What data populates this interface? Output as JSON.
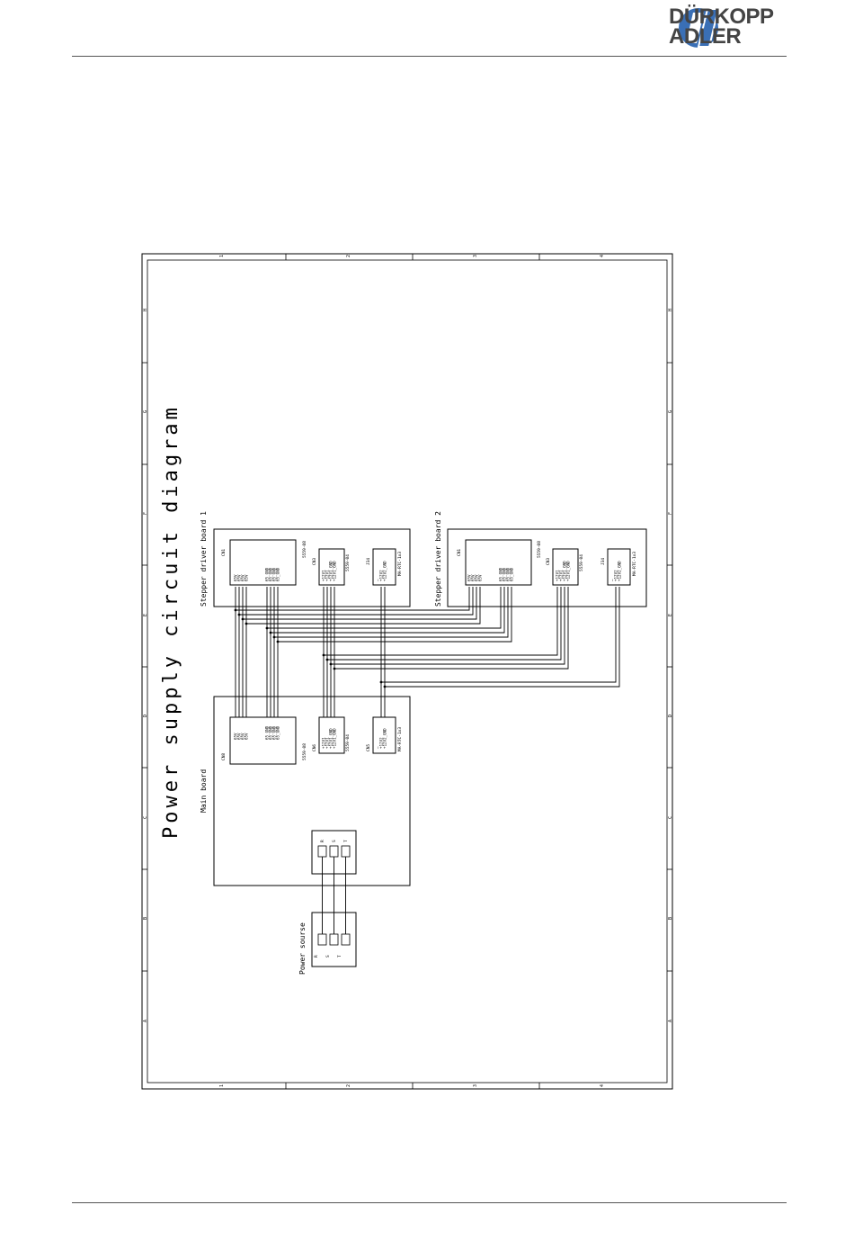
{
  "brand": {
    "name_line1": "DÜRKOPP",
    "name_line2": "ADLER",
    "color": "#444444",
    "logo_icon": "duerkopp-adler-logo-icon"
  },
  "diagram": {
    "title": "Power supply circuit diagram",
    "frame_numbers": [
      "1",
      "2",
      "3",
      "4"
    ],
    "frame_letters": [
      "A",
      "B",
      "C",
      "D",
      "E",
      "F",
      "G",
      "H"
    ],
    "main_board": {
      "label": "Main board",
      "cn8": {
        "ref": "CN8",
        "part": "5559-08",
        "pins": [
          "65V",
          "65V",
          "65V",
          "65V",
          "65_GND",
          "65_GND",
          "65_GND",
          "65_GND"
        ]
      },
      "cn6": {
        "ref": "CN6",
        "part": "5559-04",
        "pins": [
          "+12V1",
          "+12V1",
          "+12V1_GND",
          "+12V1_GND"
        ]
      },
      "cn5": {
        "ref": "CN5",
        "part": "MA-RTC-1x3",
        "pins": [
          "—",
          "+12V2",
          "+12V2_GND"
        ]
      },
      "input": {
        "pins": [
          "R",
          "S",
          "T"
        ]
      }
    },
    "driver_board_1": {
      "label": "Stepper driver board 1",
      "cn1": {
        "ref": "CN1",
        "part": "5559-08",
        "pins": [
          "65V",
          "65V",
          "65V",
          "65V",
          "65_GND",
          "65_GND",
          "65_GND",
          "65_GND"
        ]
      },
      "cn3": {
        "ref": "CN3",
        "part": "5559-04",
        "pins": [
          "+12V1",
          "+12V1",
          "+12V1_GND",
          "+12V1_GND"
        ]
      },
      "j34": {
        "ref": "J34",
        "part": "MA-RTC-1x3",
        "pins": [
          "—",
          "+12V2",
          "+12V2_GND"
        ]
      }
    },
    "driver_board_2": {
      "label": "Stepper driver board 2",
      "cn1": {
        "ref": "CN1",
        "part": "5559-08",
        "pins": [
          "65V",
          "65V",
          "65V",
          "65V",
          "65_GND",
          "65_GND",
          "65_GND",
          "65_GND"
        ]
      },
      "cn3": {
        "ref": "CN3",
        "part": "5559-04",
        "pins": [
          "+12V1",
          "+12V1",
          "+12V1_GND",
          "+12V1_GND"
        ]
      },
      "j34": {
        "ref": "J34",
        "part": "MA-RTC-1x3",
        "pins": [
          "—",
          "+12V2",
          "+12V2_GND"
        ]
      }
    },
    "power_source": {
      "label": "Power sourse",
      "pins": [
        "R",
        "S",
        "T"
      ]
    }
  }
}
